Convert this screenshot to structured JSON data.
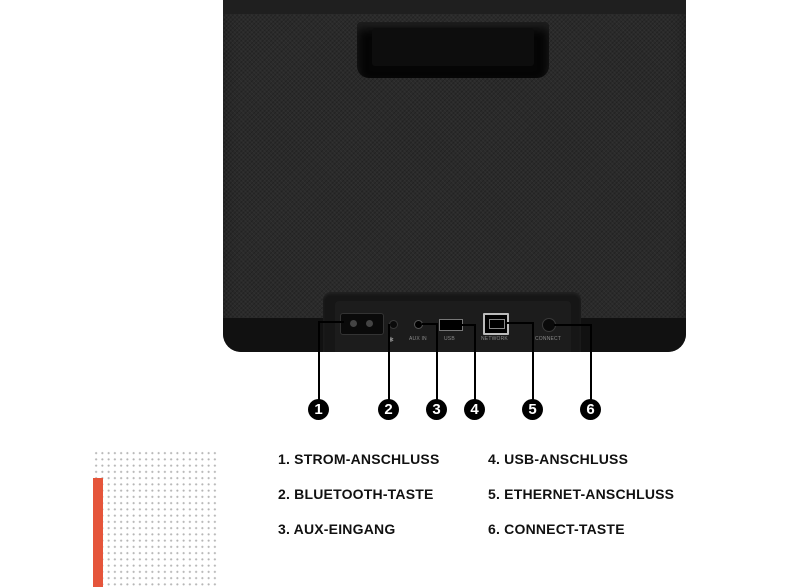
{
  "product": {
    "port_labels": [
      "AUX IN",
      "USB",
      "NETWORK",
      "CONNECT"
    ]
  },
  "callouts": [
    "1",
    "2",
    "3",
    "4",
    "5",
    "6"
  ],
  "legend": {
    "left": [
      "1. STROM-ANSCHLUSS",
      "2. BLUETOOTH-TASTE",
      "3. AUX-EINGANG"
    ],
    "right": [
      "4. USB-ANSCHLUSS",
      "5. ETHERNET-ANSCHLUSS",
      "6. CONNECT-TASTE"
    ]
  },
  "colors": {
    "accent": "#e5553b",
    "speaker_fabric": "#2a2a2a"
  }
}
